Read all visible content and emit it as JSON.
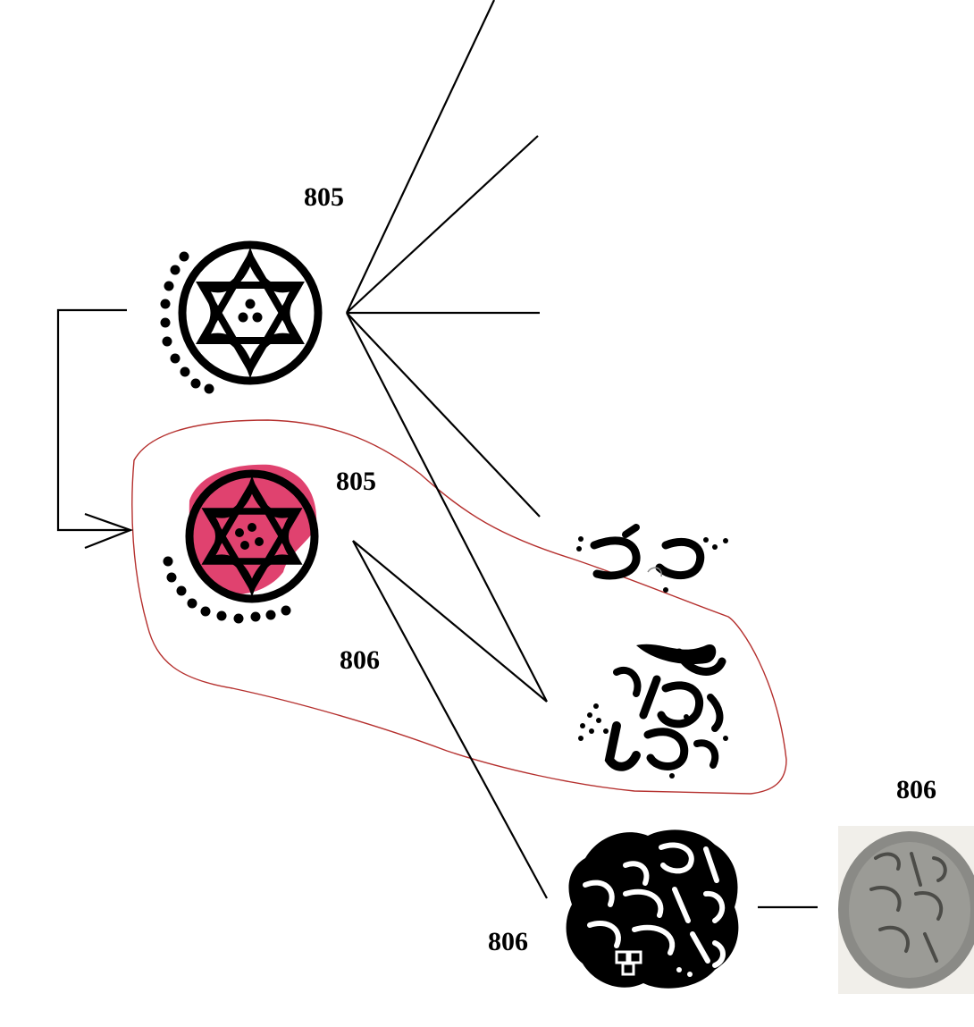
{
  "labels": {
    "upper_stamp": "805",
    "lower_stamp": "805",
    "lower_stamp_branch": "806",
    "coin_drawing": "806",
    "coin_photo": "806"
  },
  "colors": {
    "ink": "#000000",
    "highlight": "#e0426f",
    "outline": "#b5302e",
    "coin": "#8a8a86"
  },
  "icons": {
    "upper_stamp": "hexagram-stamp-icon",
    "lower_stamp": "hexagram-stamp-highlighted-icon",
    "coin_drawing": "calligraphy-coin-icon",
    "coin_photo": "coin-photo-icon"
  }
}
